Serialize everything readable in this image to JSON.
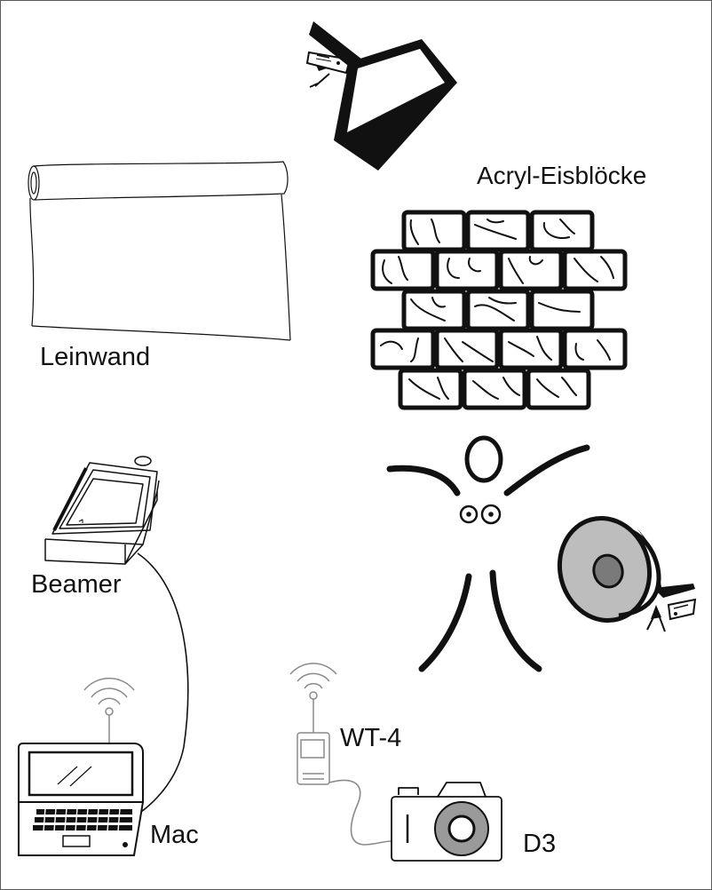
{
  "labels": {
    "acryl": "Acryl-Eisblöcke",
    "leinwand": "Leinwand",
    "beamer": "Beamer",
    "wt4": "WT-4",
    "mac": "Mac",
    "d3": "D3"
  },
  "colors": {
    "ink": "#111111",
    "gray_device": "#8a8a8a",
    "dish_gray": "#bdbdbd",
    "dish_center": "#7a7a7a",
    "lens_gray": "#9a9a9a",
    "border": "#5a5a5a"
  },
  "icons": {
    "softbox": "softbox-light-icon",
    "beauty_dish": "beauty-dish-light-icon",
    "projector_screen": "projection-screen-icon",
    "projector": "projector-icon",
    "laptop": "laptop-icon",
    "transmitter": "wireless-transmitter-icon",
    "camera": "camera-icon",
    "ice_wall": "ice-block-wall-icon",
    "person": "person-figure-icon"
  }
}
